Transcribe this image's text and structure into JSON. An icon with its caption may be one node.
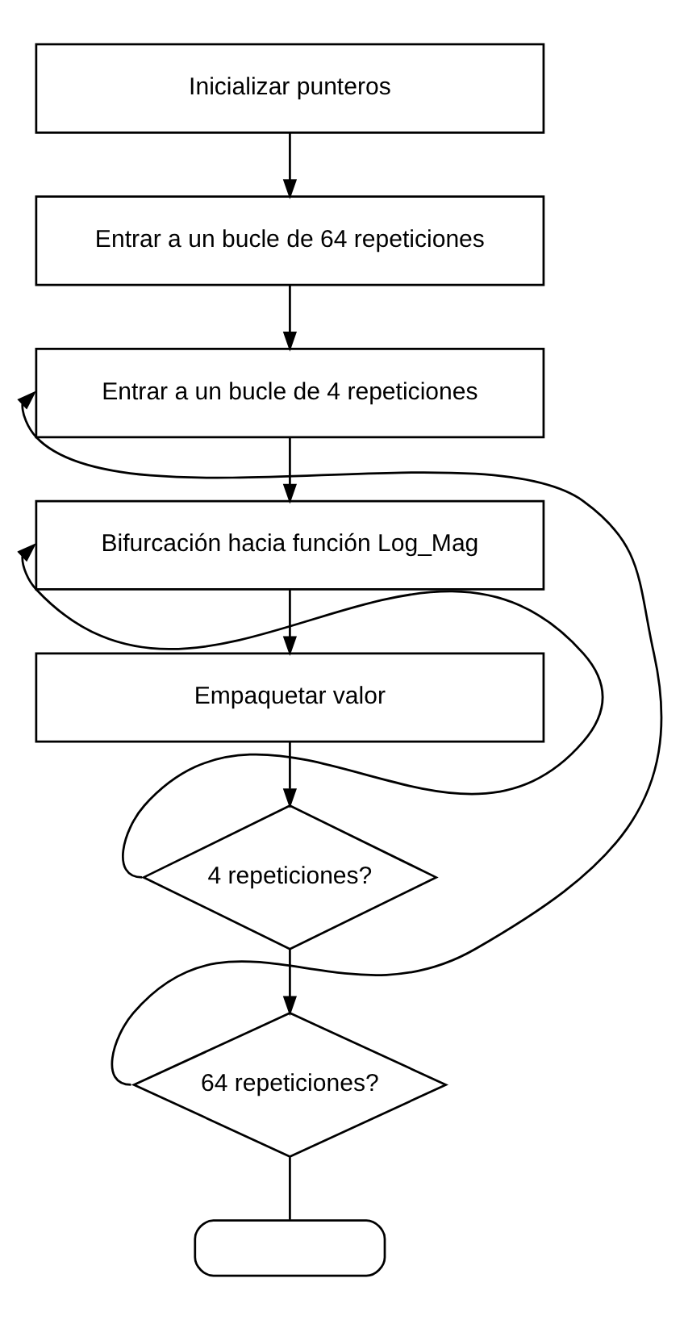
{
  "diagram": {
    "nodes": [
      {
        "text": [
          "Inicializar punteros"
        ]
      },
      {
        "text": [
          "Entrar a un bucle de 64 repeticiones"
        ]
      },
      {
        "text": [
          "Entrar a un bucle de 4 repeticiones"
        ]
      },
      {
        "text": [
          "Bifurcación hacia función Log_Mag"
        ]
      },
      {
        "text": [
          "Empaquetar valor"
        ]
      },
      {
        "text": [
          "4 repeticiones?"
        ]
      },
      {
        "text": [
          "64 repeticiones?"
        ]
      },
      {
        "text": [],
        "shape": "terminator"
      }
    ],
    "edges": [
      {
        "from": 0,
        "to": 1,
        "arrow": "to"
      },
      {
        "from": 1,
        "to": 2,
        "arrow": "to"
      },
      {
        "from": 2,
        "to": 3,
        "arrow": "to"
      },
      {
        "from": 3,
        "to": 4,
        "arrow": "to"
      },
      {
        "from": 4,
        "to": 5,
        "arrow": "to"
      },
      {
        "from": 5,
        "to": 3,
        "arrow": "to"
      },
      {
        "from": 5,
        "to": 6,
        "arrow": "to"
      },
      {
        "from": 6,
        "to": 2,
        "arrow": "to"
      },
      {
        "from": 6,
        "to": 7,
        "arrow": "none"
      }
    ]
  }
}
